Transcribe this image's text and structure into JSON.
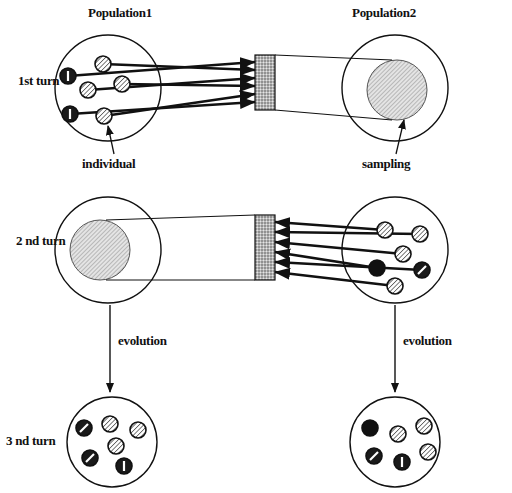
{
  "diagram": {
    "labels": [
      "Population1",
      "Population2",
      "1st turn",
      "individual",
      "sampling",
      "2 nd turn",
      "evolution",
      "evolution",
      "3 nd turn"
    ]
  }
}
